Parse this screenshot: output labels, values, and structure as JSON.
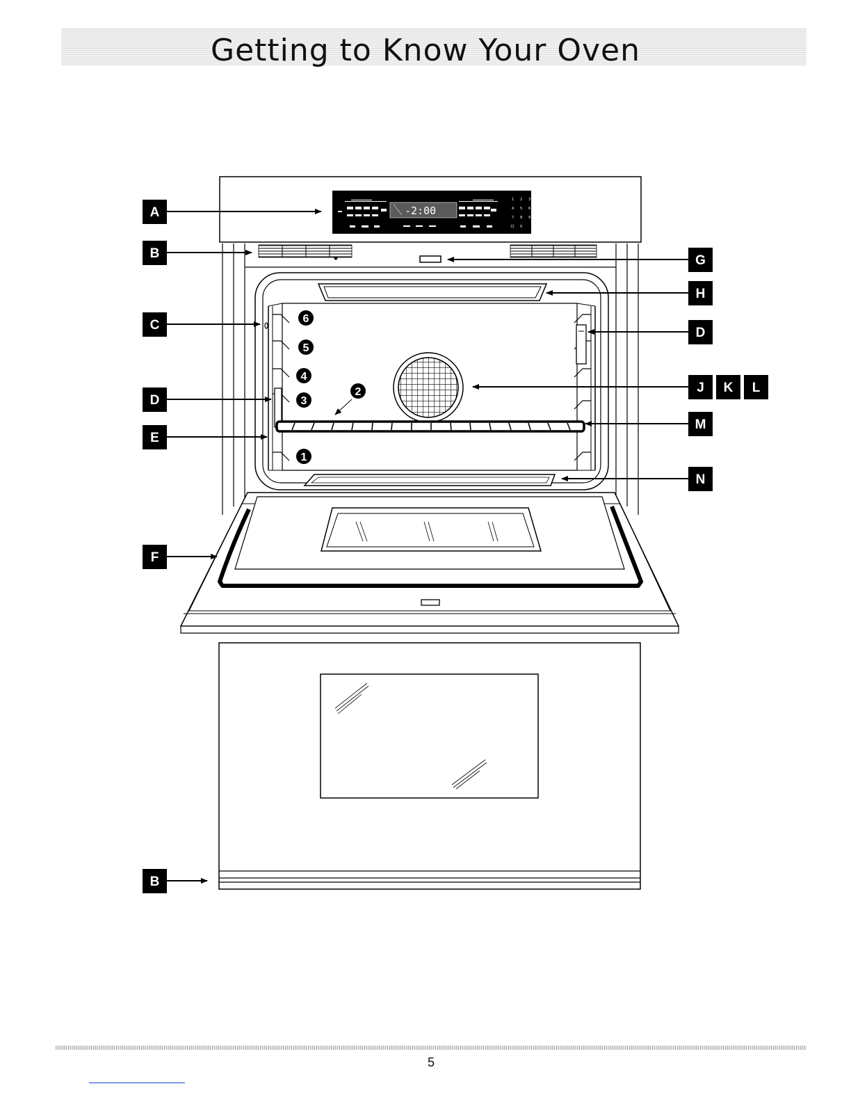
{
  "page": {
    "title": "Getting to Know Your Oven",
    "page_number": "5"
  },
  "control_panel": {
    "display_text": "-2:00",
    "keypad_digits": [
      "1",
      "2",
      "3",
      "4",
      "5",
      "6",
      "7",
      "8",
      "9",
      "0"
    ]
  },
  "callouts": {
    "a": "A",
    "b_top": "B",
    "b_bottom": "B",
    "c": "C",
    "d_left": "D",
    "d_right": "D",
    "e": "E",
    "f": "F",
    "g": "G",
    "h": "H",
    "j": "J",
    "k": "K",
    "l": "L",
    "m": "M",
    "n": "N"
  },
  "rack_positions": [
    "1",
    "2",
    "3",
    "4",
    "5",
    "6"
  ]
}
